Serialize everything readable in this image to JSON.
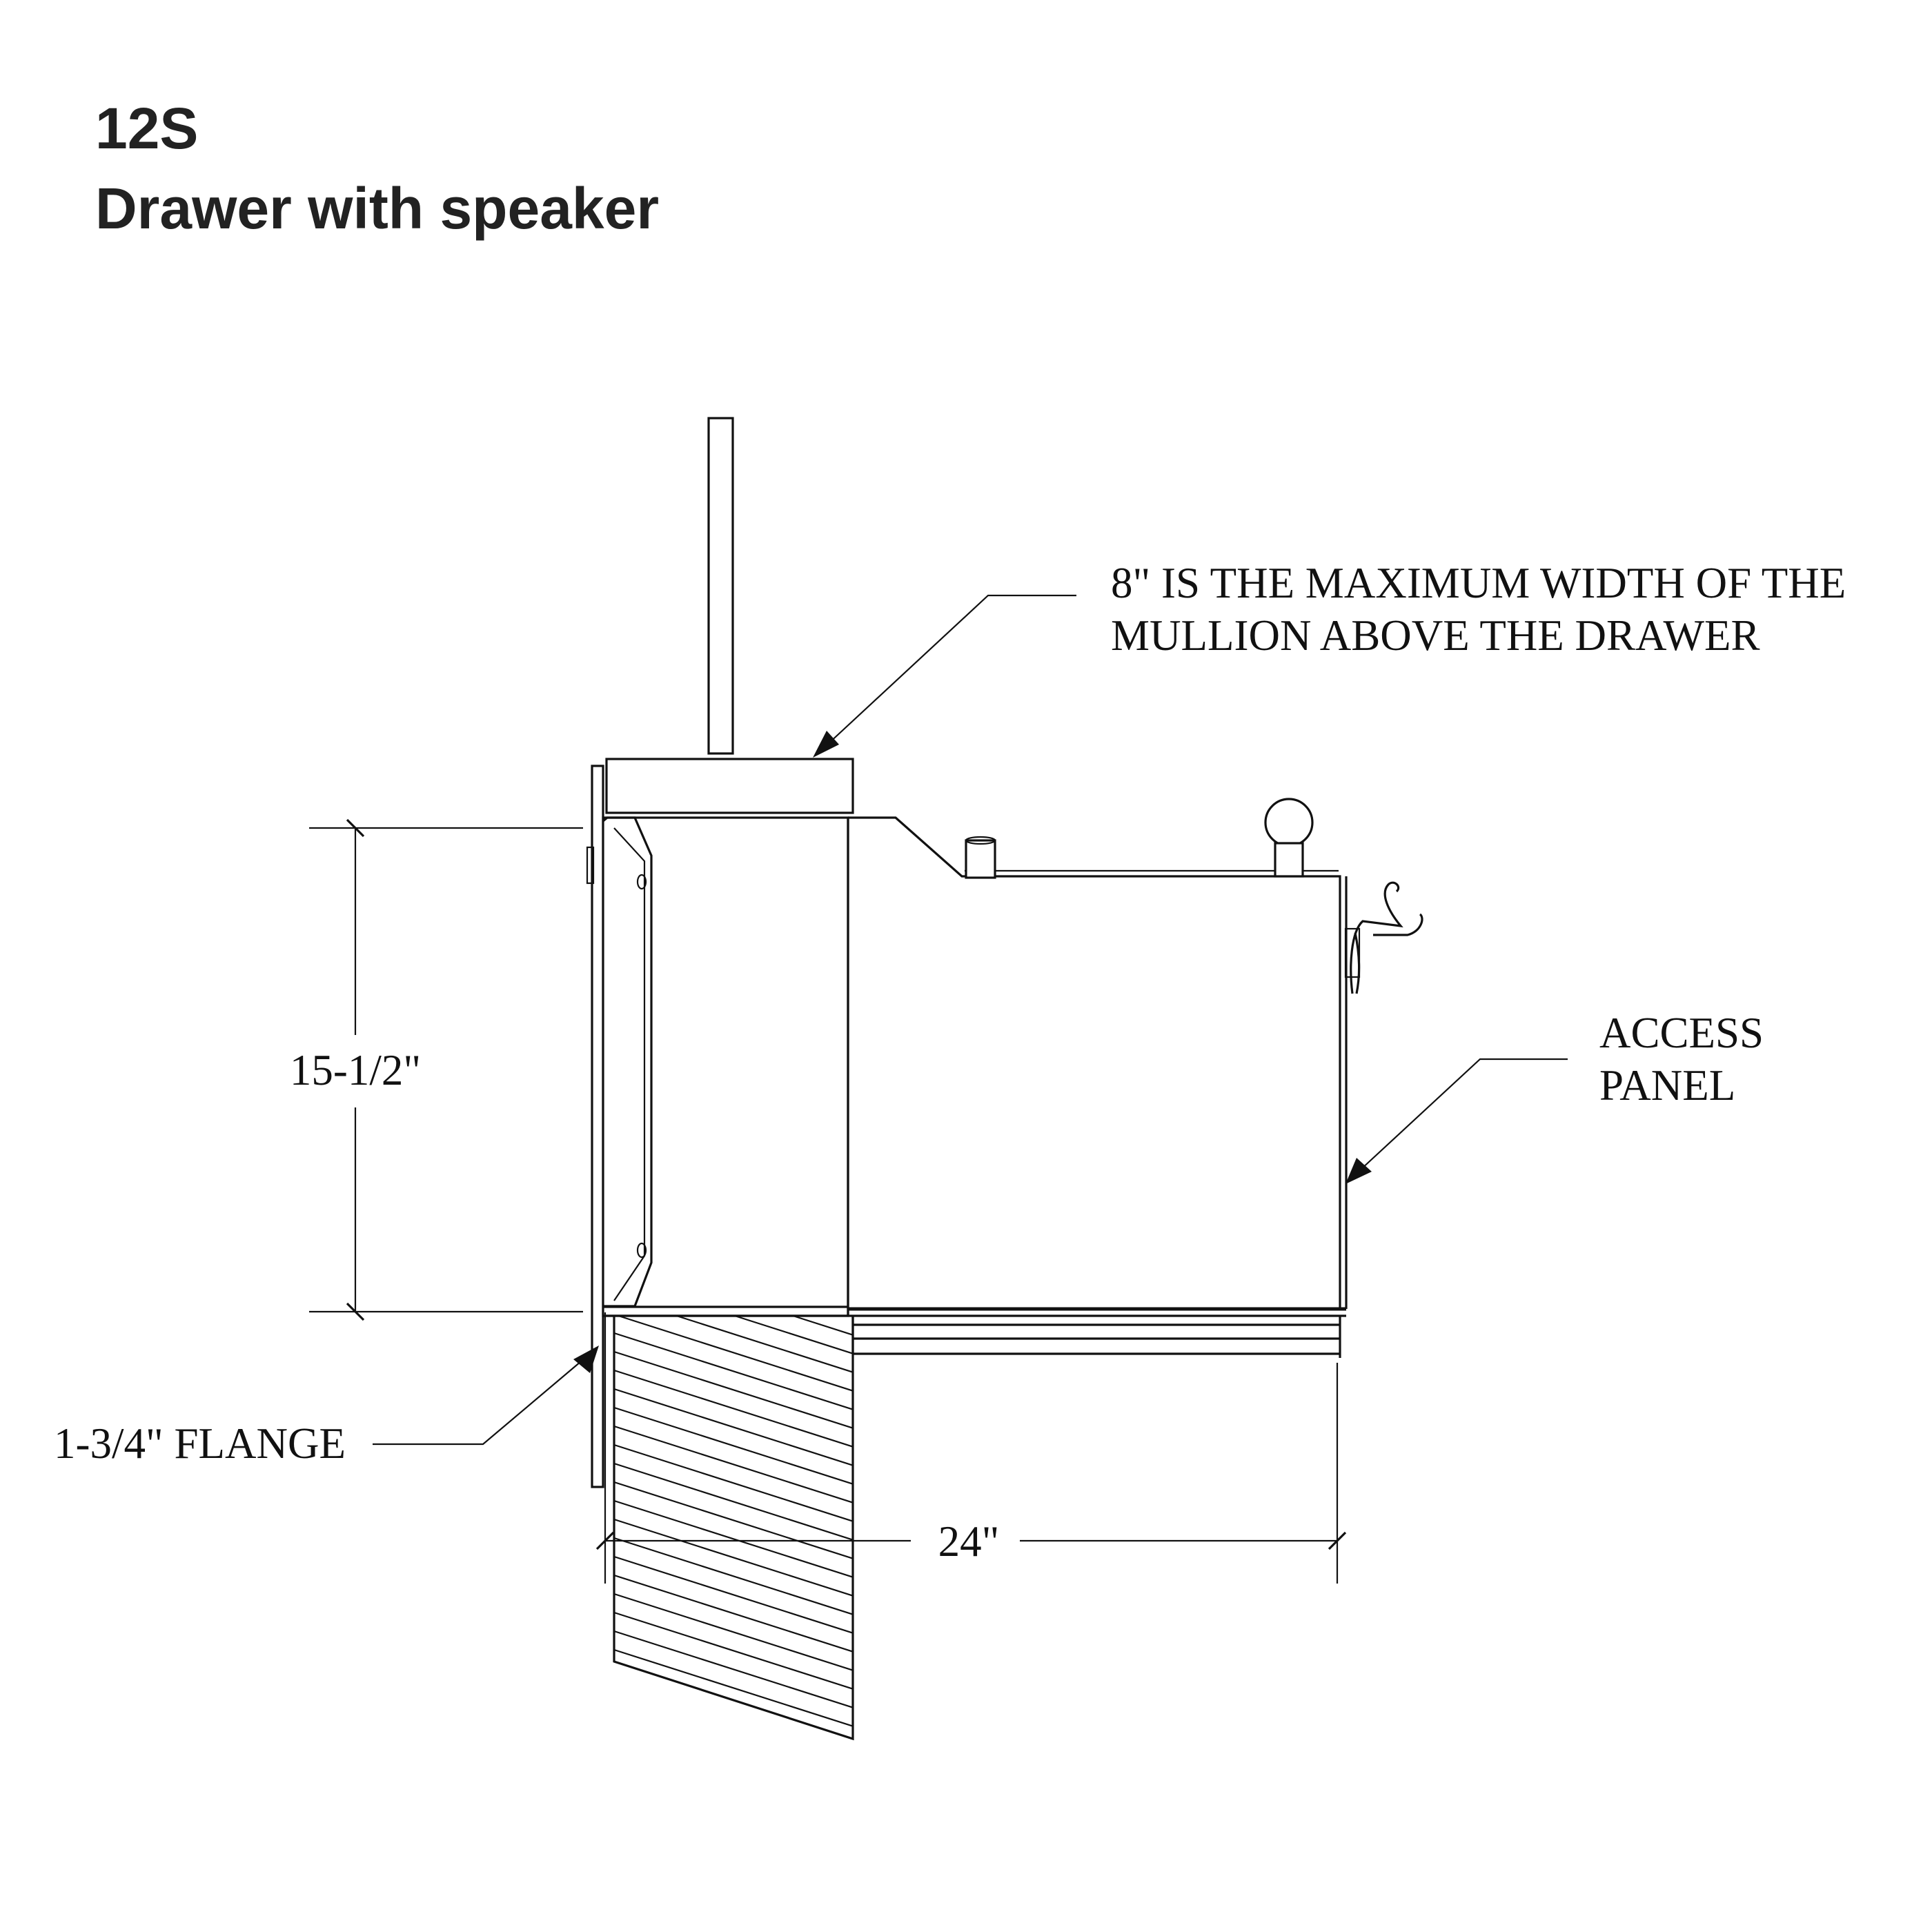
{
  "header": {
    "model": "12S",
    "description": "Drawer with speaker"
  },
  "callouts": {
    "mullion_note_line1": "8\" IS THE MAXIMUM WIDTH OF THE",
    "mullion_note_line2": "MULLION ABOVE THE DRAWER",
    "access_panel_line1": "ACCESS",
    "access_panel_line2": "PANEL",
    "flange": "1-3/4\" FLANGE"
  },
  "dimensions": {
    "height": "15-1/2\"",
    "depth": "24\""
  },
  "colors": {
    "ink": "#111111",
    "title": "#222222",
    "background": "#ffffff"
  }
}
